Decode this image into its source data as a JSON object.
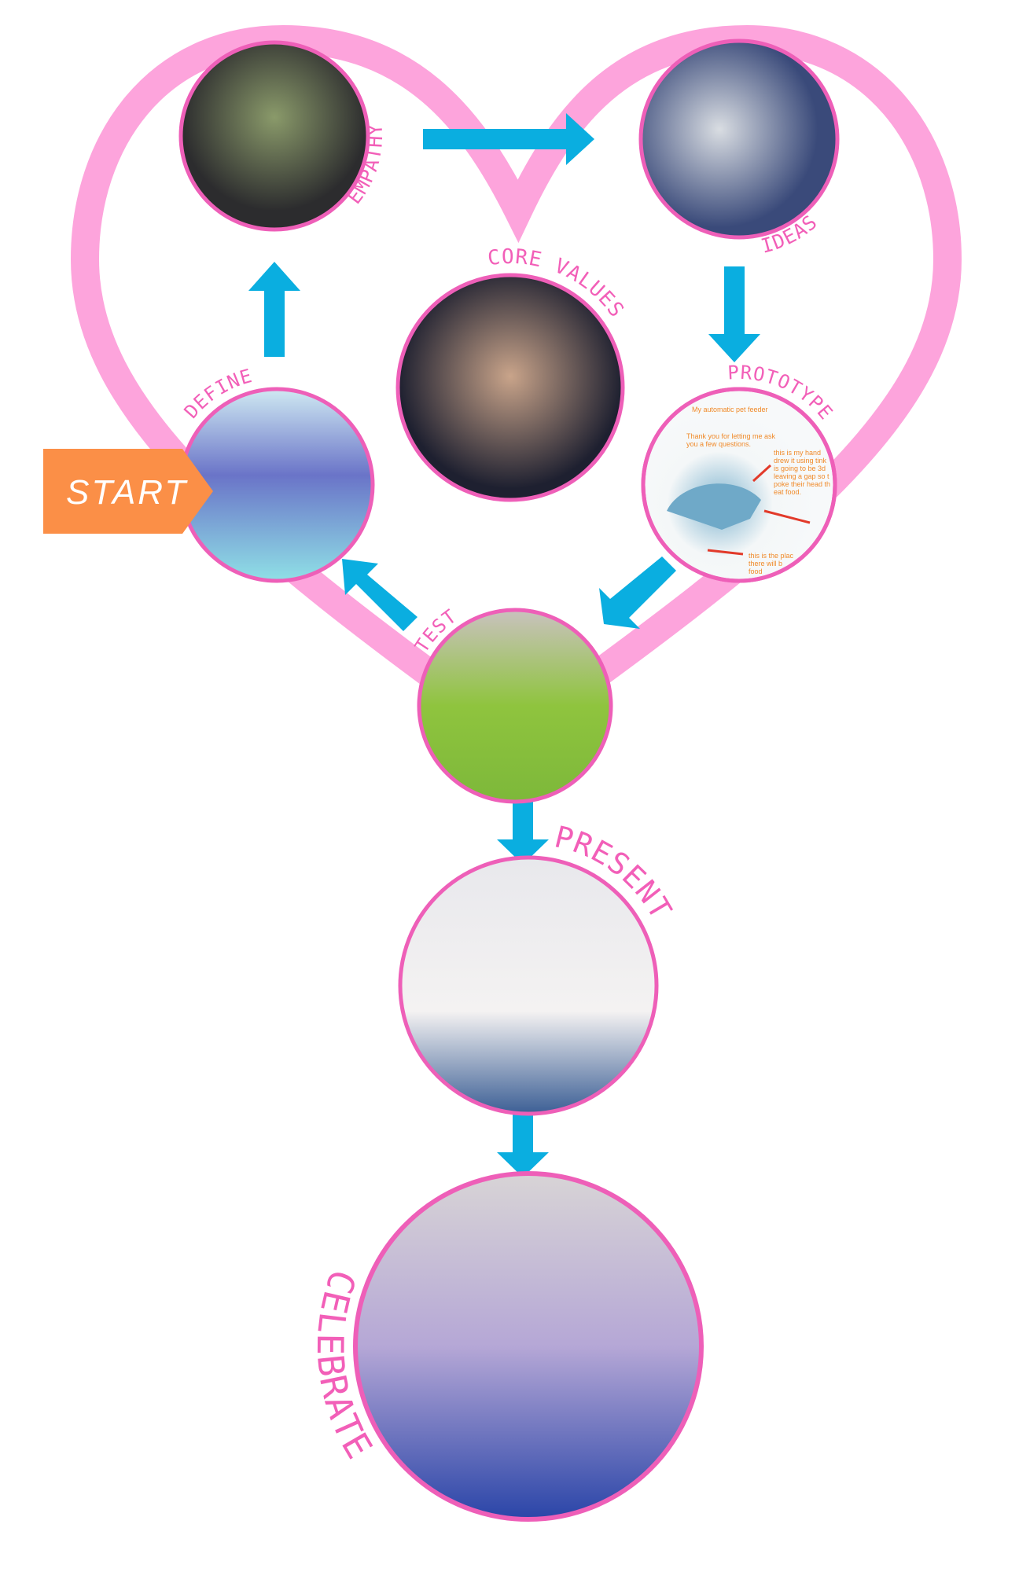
{
  "colors": {
    "heart": "#fda4dc",
    "arrow": "#0aaee0",
    "label": "#f25fb8",
    "ring": "#ee5fb8",
    "start": "#fb8f47"
  },
  "start": {
    "label": "START"
  },
  "stages": {
    "empathy": {
      "label": "EMPATHY"
    },
    "ideas": {
      "label": "IDEAS"
    },
    "core_values": {
      "label": "CORE VALUES"
    },
    "define": {
      "label": "DEFINE"
    },
    "prototype": {
      "label": "PROTOTYPE",
      "photo_text": {
        "title": "My automatic pet feeder",
        "line1": "Thank you for letting me ask",
        "line2": "you a few questions.",
        "note1": "this is my hand",
        "note2": "drew it using tink",
        "note3": "is going to be 3d",
        "note4": "leaving a gap so t",
        "note5": "poke their head th",
        "note6": "eat food.",
        "note7": "this is the plac",
        "note8": "there will b",
        "note9": "food"
      }
    },
    "test": {
      "label": "TEST"
    },
    "present": {
      "label": "PRESENT"
    },
    "celebrate": {
      "label": "CELEBRATE"
    }
  }
}
